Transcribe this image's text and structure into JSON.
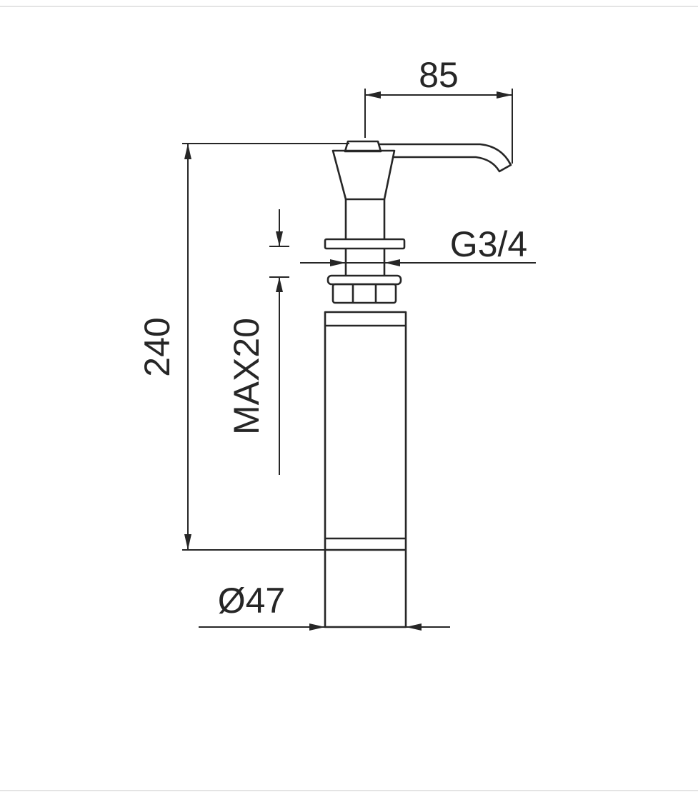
{
  "page": {
    "background_color": "#ffffff",
    "frame_line_color": "#dcdcdc"
  },
  "drawing": {
    "line_color": "#262626",
    "cap_fill_color": "#8f8f8f",
    "dimensions": {
      "spout_reach": "85",
      "overall_height": "240",
      "thread_size": "G3/4",
      "max_counter_thickness": "MAX20",
      "bottle_diameter": "Ø47"
    }
  }
}
